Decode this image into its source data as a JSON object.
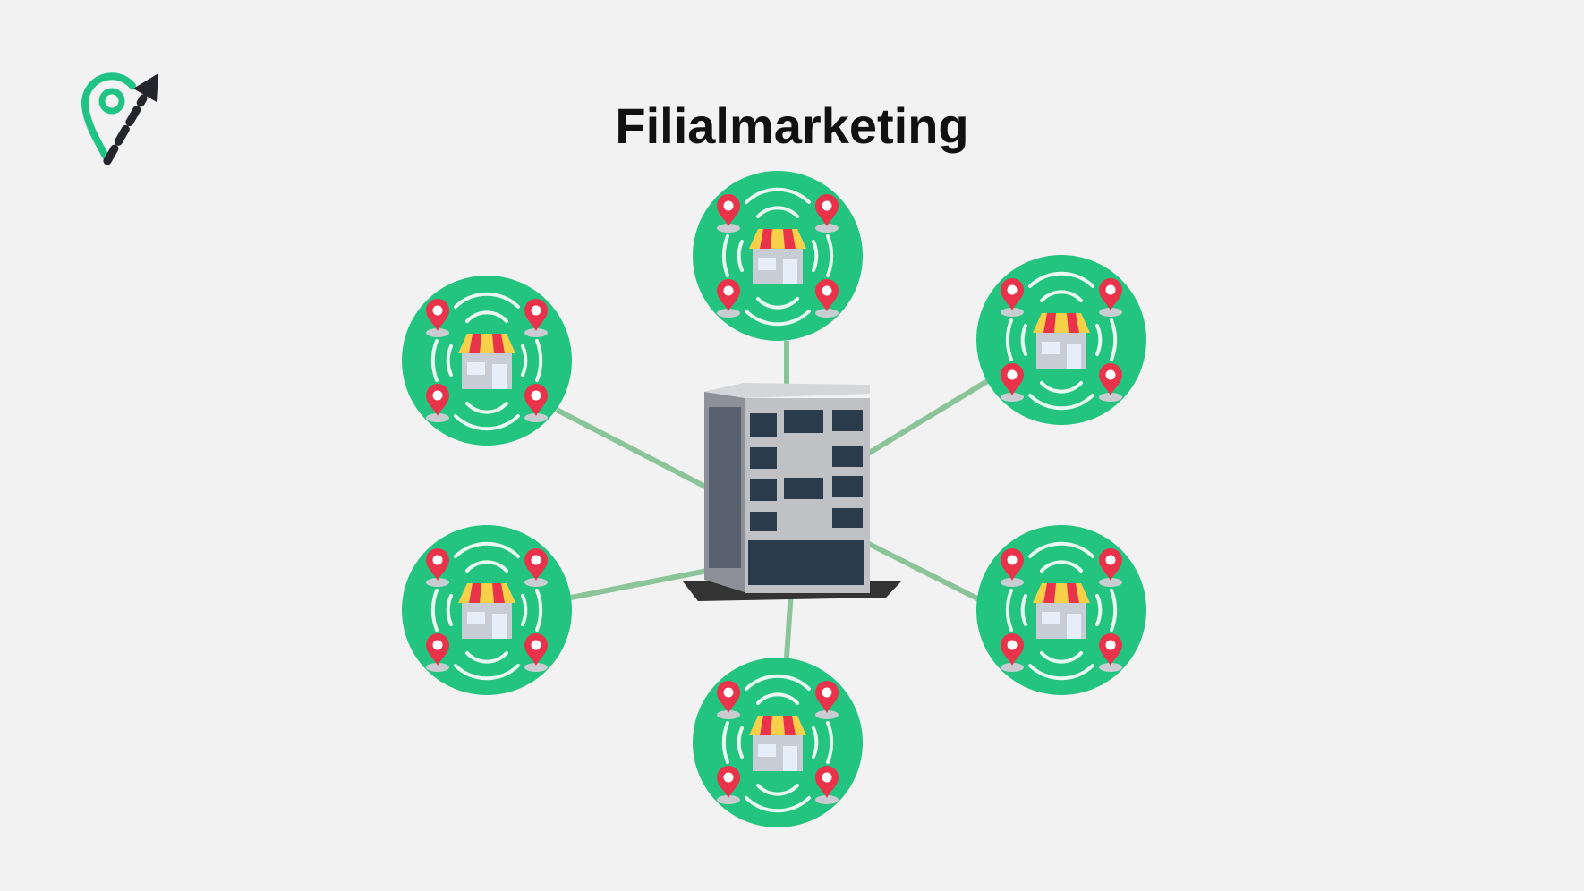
{
  "title": "Filialmarketing",
  "colors": {
    "brand_green": "#1fc485",
    "circle_green": "#23c47f",
    "connector": "#7fc08f",
    "pin_red": "#e8334a",
    "logo_dark": "#23252b"
  },
  "diagram": {
    "center": {
      "icon": "office-building-icon"
    },
    "branches": [
      {
        "id": "top",
        "icon": "store-with-location-pins-icon"
      },
      {
        "id": "top-left",
        "icon": "store-with-location-pins-icon"
      },
      {
        "id": "top-right",
        "icon": "store-with-location-pins-icon"
      },
      {
        "id": "bottom-left",
        "icon": "store-with-location-pins-icon"
      },
      {
        "id": "bottom-right",
        "icon": "store-with-location-pins-icon"
      },
      {
        "id": "bottom",
        "icon": "store-with-location-pins-icon"
      }
    ]
  }
}
